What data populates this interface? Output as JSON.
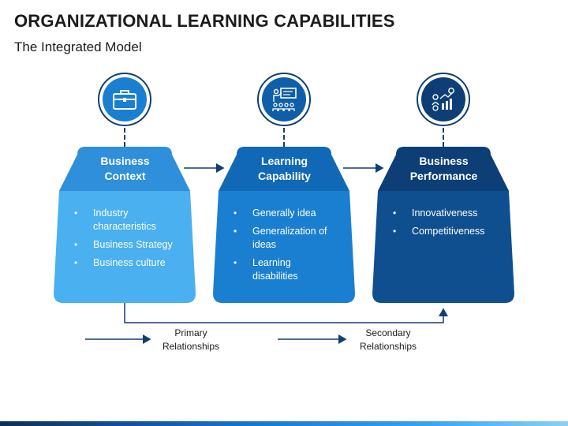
{
  "title": "ORGANIZATIONAL LEARNING CAPABILITIES",
  "subtitle": "The Integrated Model",
  "colors": {
    "card1_head": "#2f8fdb",
    "card1_body": "#4ab0f0",
    "card2_head": "#1168b6",
    "card2_body": "#1a7fd0",
    "card3_head": "#0d3f76",
    "card3_body": "#0f4f90",
    "arrows": "#0f3f73"
  },
  "stages": [
    {
      "icon": "briefcase-icon",
      "title_line1": "Business",
      "title_line2": "Context",
      "items": [
        "Industry characteristics",
        "Business Strategy",
        "Business culture"
      ]
    },
    {
      "icon": "presentation-icon",
      "title_line1": "Learning",
      "title_line2": "Capability",
      "items": [
        "Generally idea",
        "Generalization of ideas",
        "Learning disabilities"
      ]
    },
    {
      "icon": "performance-chart-icon",
      "title_line1": "Business",
      "title_line2": "Performance",
      "items": [
        "Innovativeness",
        "Competitiveness"
      ]
    }
  ],
  "legend": {
    "primary_line1": "Primary",
    "primary_line2": "Relationships",
    "secondary_line1": "Secondary",
    "secondary_line2": "Relationships"
  }
}
